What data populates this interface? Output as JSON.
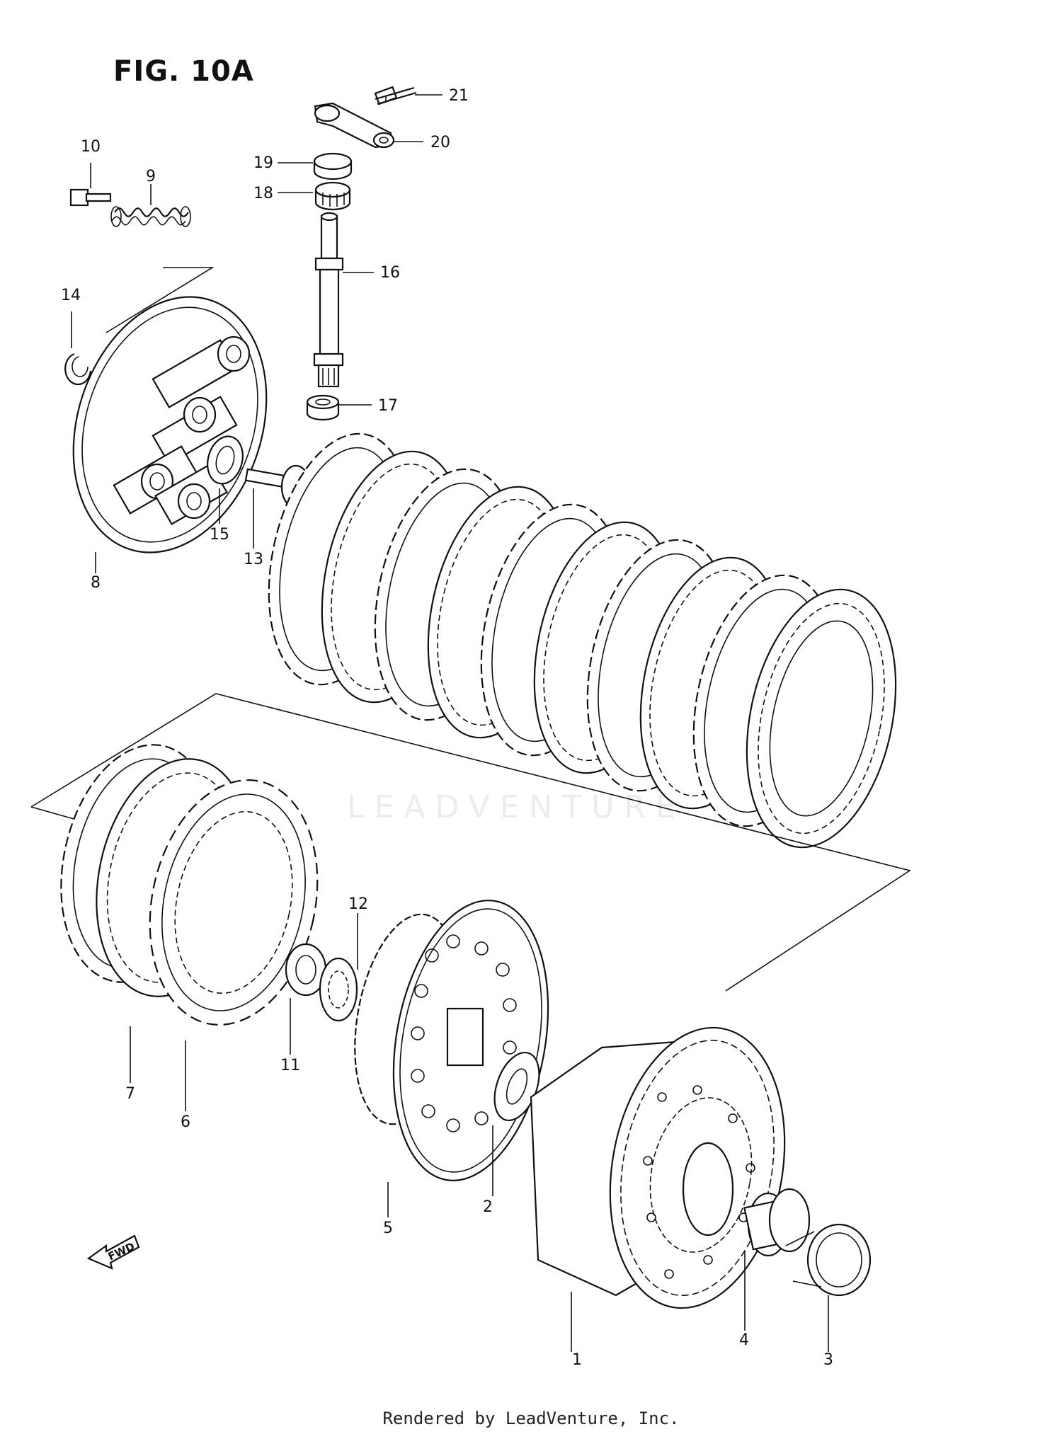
{
  "figure": {
    "title": "FIG. 10A"
  },
  "watermark": "LEADVENTURE",
  "footer": "Rendered by LeadVenture, Inc.",
  "direction": "FWD",
  "callouts": [
    {
      "id": "1",
      "label": "1"
    },
    {
      "id": "2",
      "label": "2"
    },
    {
      "id": "3",
      "label": "3"
    },
    {
      "id": "4",
      "label": "4"
    },
    {
      "id": "5",
      "label": "5"
    },
    {
      "id": "6",
      "label": "6"
    },
    {
      "id": "7",
      "label": "7"
    },
    {
      "id": "8",
      "label": "8"
    },
    {
      "id": "9",
      "label": "9"
    },
    {
      "id": "10",
      "label": "10"
    },
    {
      "id": "11",
      "label": "11"
    },
    {
      "id": "12",
      "label": "12"
    },
    {
      "id": "13",
      "label": "13"
    },
    {
      "id": "14",
      "label": "14"
    },
    {
      "id": "15",
      "label": "15"
    },
    {
      "id": "16",
      "label": "16"
    },
    {
      "id": "17",
      "label": "17"
    },
    {
      "id": "18",
      "label": "18"
    },
    {
      "id": "19",
      "label": "19"
    },
    {
      "id": "20",
      "label": "20"
    },
    {
      "id": "21",
      "label": "21"
    }
  ]
}
